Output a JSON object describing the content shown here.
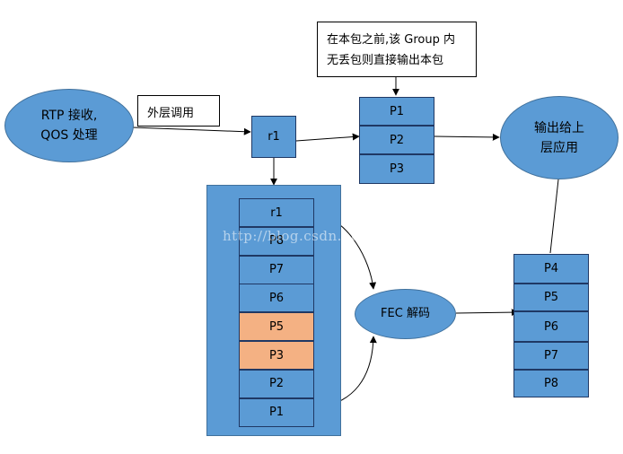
{
  "rtp_node": {
    "line1": "RTP 接收,",
    "line2": "QOS 处理"
  },
  "call_note": "外层调用",
  "r1_node": "r1",
  "group_note": {
    "line1": "在本包之前,该 Group 内",
    "line2": "无丢包则直接输出本包"
  },
  "output_stack": [
    "P1",
    "P2",
    "P3"
  ],
  "upper_node": {
    "line1": "输出给上",
    "line2": "层应用"
  },
  "buffer_stack": [
    {
      "label": "r1",
      "lost": false
    },
    {
      "label": "P8",
      "lost": false
    },
    {
      "label": "P7",
      "lost": false
    },
    {
      "label": "P6",
      "lost": false
    },
    {
      "label": "P5",
      "lost": true
    },
    {
      "label": "P3",
      "lost": true
    },
    {
      "label": "P2",
      "lost": false
    },
    {
      "label": "P1",
      "lost": false
    }
  ],
  "fec_node": "FEC 解码",
  "recovered_stack": [
    "P4",
    "P5",
    "P6",
    "P7",
    "P8"
  ],
  "watermark": "http://blog.csdn.net/",
  "colors": {
    "node_fill": "#5b9bd5",
    "node_border": "#41719c",
    "lost_fill": "#f4b183"
  }
}
